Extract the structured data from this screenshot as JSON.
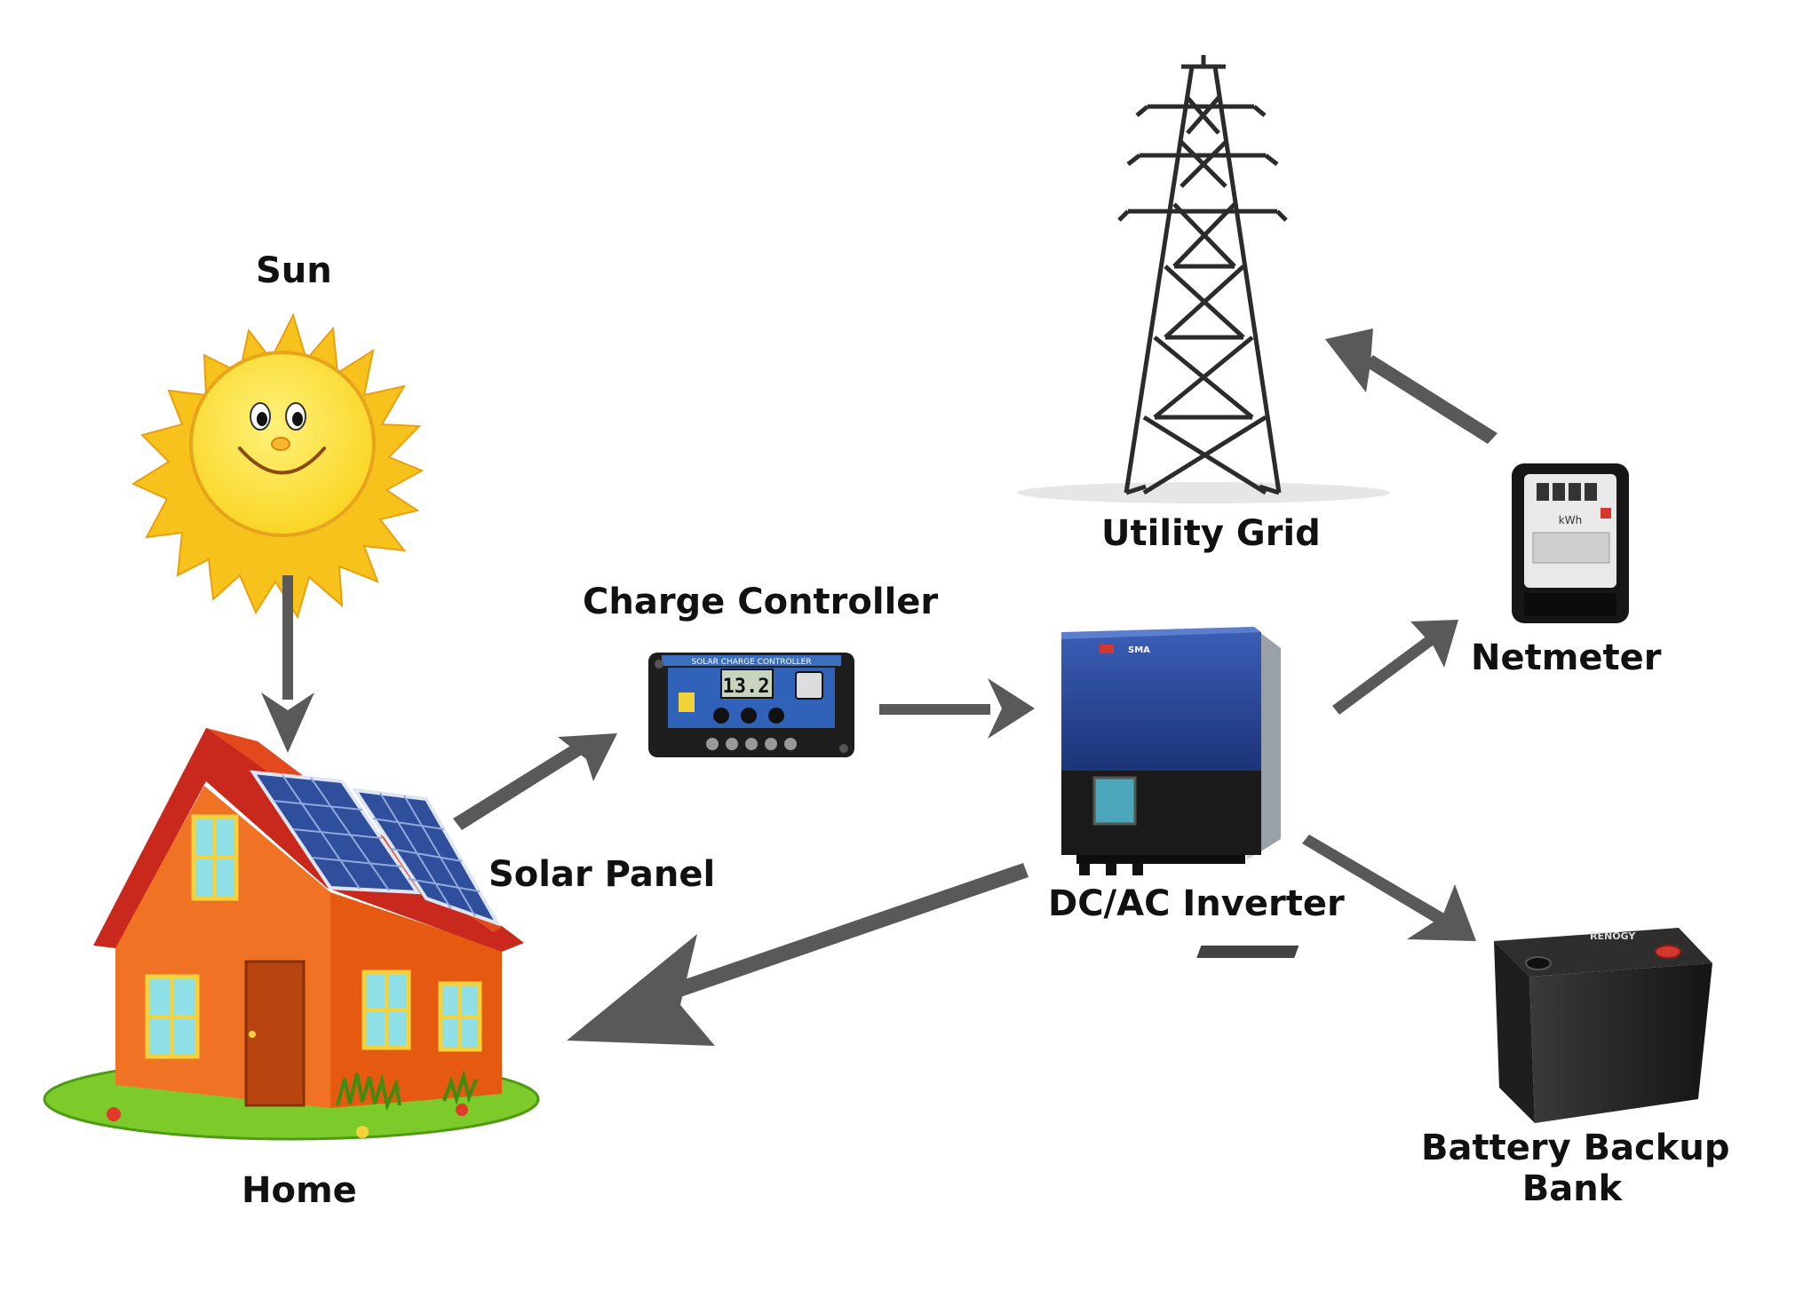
{
  "labels": {
    "sun": "Sun",
    "home": "Home",
    "solar_panel": "Solar Panel",
    "charge_controller": "Charge Controller",
    "inverter": "DC/AC Inverter",
    "utility_grid": "Utility Grid",
    "netmeter": "Netmeter",
    "battery_line1": "Battery Backup",
    "battery_line2": "Bank"
  },
  "devices": {
    "controller_panel_text": "SOLAR CHARGE CONTROLLER",
    "controller_display": "13.2",
    "inverter_brand": "SMA",
    "meter_unit": "kWh",
    "battery_brand": "RENOGY"
  },
  "colors": {
    "arrow": "#595959",
    "sun_face": "#fde23a",
    "sun_rays": "#f7c21b",
    "house_wall": "#f06a1a",
    "roof": "#c9281d",
    "grass": "#7ccb2a",
    "inverter_blue": "#233f8d",
    "tower": "#2b2b2b"
  },
  "icons": [
    "sun-icon",
    "house-icon",
    "solar-panel-icon",
    "charge-controller-icon",
    "inverter-icon",
    "tower-icon",
    "netmeter-icon",
    "battery-icon"
  ]
}
